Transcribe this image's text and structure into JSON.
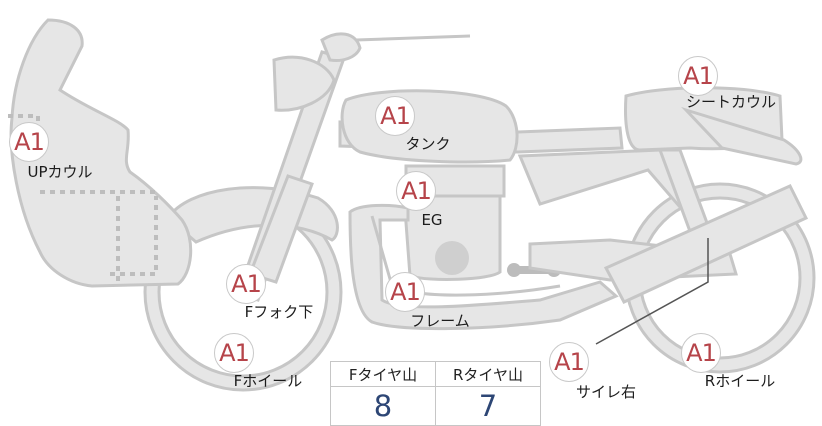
{
  "parts": [
    {
      "id": "up-cowl",
      "rank": "A1",
      "label": "UPカウル"
    },
    {
      "id": "tank",
      "rank": "A1",
      "label": "タンク"
    },
    {
      "id": "seat-cowl",
      "rank": "A1",
      "label": "シートカウル"
    },
    {
      "id": "engine",
      "rank": "A1",
      "label": "EG"
    },
    {
      "id": "f-fork",
      "rank": "A1",
      "label": "Fフォク下"
    },
    {
      "id": "frame",
      "rank": "A1",
      "label": "フレーム"
    },
    {
      "id": "f-wheel",
      "rank": "A1",
      "label": "Fホイール"
    },
    {
      "id": "silencer",
      "rank": "A1",
      "label": "サイレ右"
    },
    {
      "id": "r-wheel",
      "rank": "A1",
      "label": "Rホイール"
    }
  ],
  "tread_table": {
    "headers": [
      "Fタイヤ山",
      "Rタイヤ山"
    ],
    "values": [
      "8",
      "7"
    ]
  }
}
